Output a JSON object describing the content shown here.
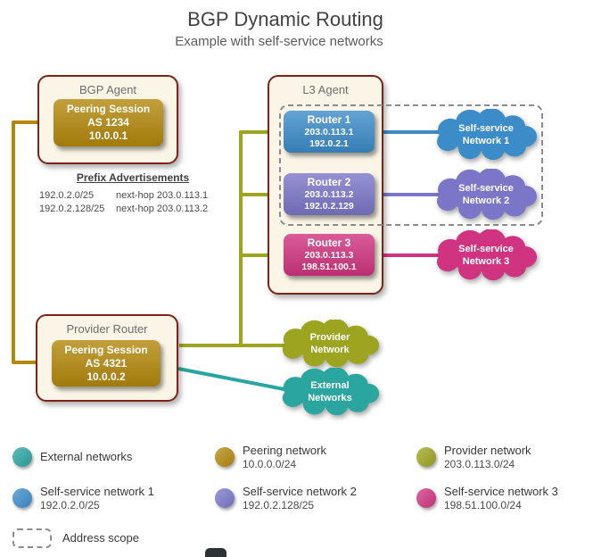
{
  "title": "BGP Dynamic Routing",
  "subtitle": "Example with self-service networks",
  "colors": {
    "peering": "#b3880c",
    "provider": "#9da41f",
    "external": "#2aa5a0",
    "self_service_1": "#3c8cc9",
    "self_service_2": "#7b76c8",
    "self_service_3": "#d03480",
    "frame_fill": "#faf5e6",
    "frame_border": "#7b2417"
  },
  "bgp_agent": {
    "label": "BGP Agent",
    "peering_session": {
      "title": "Peering Session",
      "asn": "AS 1234",
      "ip": "10.0.0.1"
    }
  },
  "prefix_advertisements": {
    "heading": "Prefix Advertisements",
    "rows": [
      {
        "prefix": "192.0.2.0/25",
        "next_hop": "next-hop 203.0.113.1"
      },
      {
        "prefix": "192.0.2.128/25",
        "next_hop": "next-hop 203.0.113.2"
      }
    ]
  },
  "l3_agent": {
    "label": "L3 Agent",
    "routers": [
      {
        "name": "Router 1",
        "ip_provider": "203.0.113.1",
        "ip_gateway": "192.0.2.1"
      },
      {
        "name": "Router 2",
        "ip_provider": "203.0.113.2",
        "ip_gateway": "192.0.2.129"
      },
      {
        "name": "Router 3",
        "ip_provider": "203.0.113.3",
        "ip_gateway": "198.51.100.1"
      }
    ]
  },
  "provider_router": {
    "label": "Provider Router",
    "peering_session": {
      "title": "Peering Session",
      "asn": "AS 4321",
      "ip": "10.0.0.2"
    }
  },
  "clouds": {
    "self_service_1": {
      "line1": "Self-service",
      "line2": "Network 1"
    },
    "self_service_2": {
      "line1": "Self-service",
      "line2": "Network 2"
    },
    "self_service_3": {
      "line1": "Self-service",
      "line2": "Network 3"
    },
    "provider": {
      "line1": "Provider",
      "line2": "Network"
    },
    "external": {
      "line1": "External",
      "line2": "Networks"
    }
  },
  "legend": {
    "items": [
      {
        "name": "External networks",
        "cidr": ""
      },
      {
        "name": "Peering network",
        "cidr": "10.0.0.0/24"
      },
      {
        "name": "Provider network",
        "cidr": "203.0.113.0/24"
      },
      {
        "name": "Self-service network 1",
        "cidr": "192.0.2.0/25"
      },
      {
        "name": "Self-service network 2",
        "cidr": "192.0.2.128/25"
      },
      {
        "name": "Self-service network 3",
        "cidr": "198.51.100.0/24"
      }
    ],
    "scope_label": "Address scope"
  }
}
